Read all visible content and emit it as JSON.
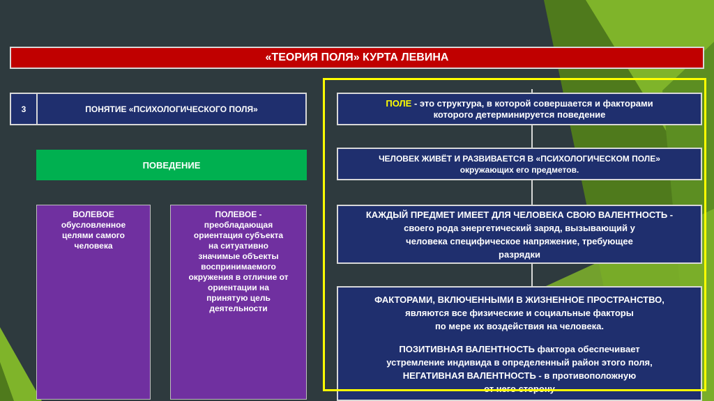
{
  "title": "«ТЕОРИЯ ПОЛЯ» КУРТА ЛЕВИНА",
  "concept": {
    "number": "3",
    "label": "ПОНЯТИЕ «ПСИХОЛОГИЧЕСКОГО ПОЛЯ»"
  },
  "behavior": {
    "label": "ПОВЕДЕНИЕ",
    "volitional": {
      "lines": [
        "ВОЛЕВОЕ",
        "обусловленное",
        "целями самого",
        "человека"
      ]
    },
    "field": {
      "lines": [
        "ПОЛЕВОЕ -",
        "преобладающая",
        "ориентация субъекта",
        "на ситуативно",
        "значимые объекты",
        "воспринимаемого",
        "окружения в отличие от",
        "ориентации на",
        "принятую цель",
        "деятельности"
      ]
    }
  },
  "definitions": {
    "field": {
      "term": "ПОЛЕ",
      "line1_rest": " - это структура, в которой совершается и факторами",
      "line2": "которого детерминируется поведение"
    },
    "lives": {
      "line1": "ЧЕЛОВЕК ЖИВЁТ И РАЗВИВАЕТСЯ В «ПСИХОЛОГИЧЕСКОМ ПОЛЕ»",
      "line2": "окружающих его предметов."
    },
    "valence": {
      "lines": [
        "КАЖДЫЙ ПРЕДМЕТ ИМЕЕТ ДЛЯ ЧЕЛОВЕКА СВОЮ ВАЛЕНТНОСТЬ -",
        "своего рода энергетический заряд, вызывающий у",
        "человека специфическое напряжение, требующее",
        "разрядки"
      ]
    },
    "factors": {
      "lines": [
        "ФАКТОРАМИ, ВКЛЮЧЕННЫМИ В ЖИЗНЕННОЕ ПРОСТРАНСТВО,",
        "являются все физические и социальные факторы",
        "по мере их воздействия на человека."
      ],
      "lines2": [
        "ПОЗИТИВНАЯ ВАЛЕНТНОСТЬ фактора обеспечивает",
        "устремление индивида в определенный район этого поля,",
        "НЕГАТИВНАЯ ВАЛЕНТНОСТЬ - в противоположную",
        "от него сторону"
      ]
    }
  },
  "colors": {
    "title_bg": "#c00000",
    "blue_box": "#1f2f6e",
    "green": "#00b050",
    "purple": "#7030a0",
    "highlight": "#ffff00",
    "background": "#2e3a3e"
  }
}
